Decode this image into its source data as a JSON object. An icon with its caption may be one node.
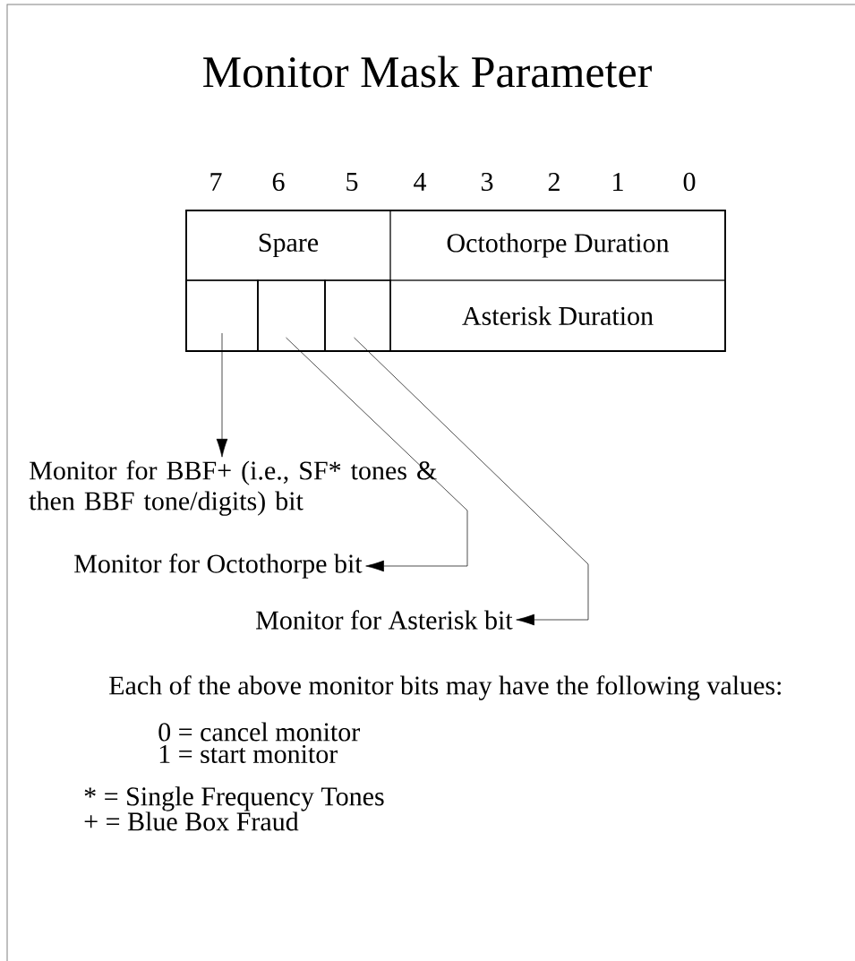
{
  "diagram": {
    "title": "Monitor Mask Parameter",
    "nodes": [
      {
        "text": [
          "Spare"
        ]
      },
      {
        "text": [
          "Octothorpe Duration"
        ]
      },
      {
        "text": [],
        "shape": "box"
      },
      {
        "text": [],
        "shape": "box"
      },
      {
        "text": [],
        "shape": "box"
      },
      {
        "text": [
          "Asterisk Duration"
        ]
      },
      {
        "text": [
          "Monitor for BBF+ (i.e., SF* tones & then BBF tone/digits) bit"
        ]
      },
      {
        "text": [
          "Monitor for Octothorpe bit"
        ]
      },
      {
        "text": [
          "Monitor for Asterisk bit"
        ]
      }
    ],
    "edges": [
      {
        "from": 2,
        "to": 6,
        "arrow": "to"
      },
      {
        "from": 3,
        "to": 7,
        "arrow": "to"
      },
      {
        "from": 4,
        "to": 8,
        "arrow": "to"
      }
    ],
    "labels": [
      "7",
      "6",
      "5",
      "4",
      "3",
      "2",
      "1",
      "0",
      "Each of the above monitor bits may have the following values:",
      "0 = cancel monitor",
      "1 = start monitor",
      "* = Single Frequency Tones",
      "+ = Blue Box Fraud"
    ]
  }
}
